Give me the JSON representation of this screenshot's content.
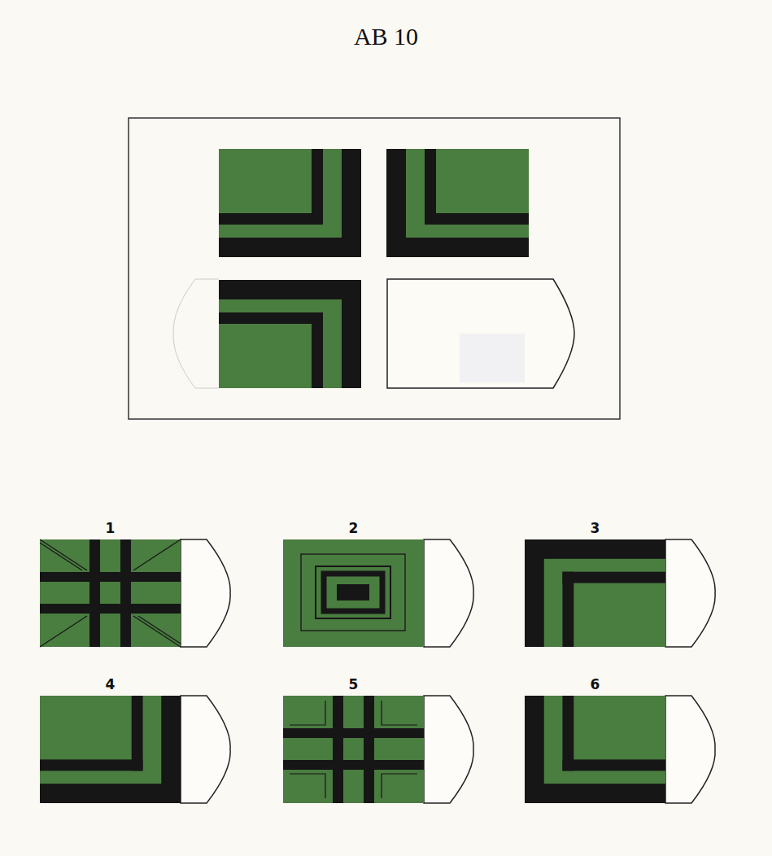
{
  "diagram": {
    "title": "AB 10",
    "nodes": [
      {
        "text": [
          "1"
        ]
      },
      {
        "text": [
          "2"
        ]
      },
      {
        "text": [
          "3"
        ]
      },
      {
        "text": [
          "4"
        ]
      },
      {
        "text": [
          "5"
        ]
      },
      {
        "text": [
          "6"
        ]
      }
    ]
  }
}
